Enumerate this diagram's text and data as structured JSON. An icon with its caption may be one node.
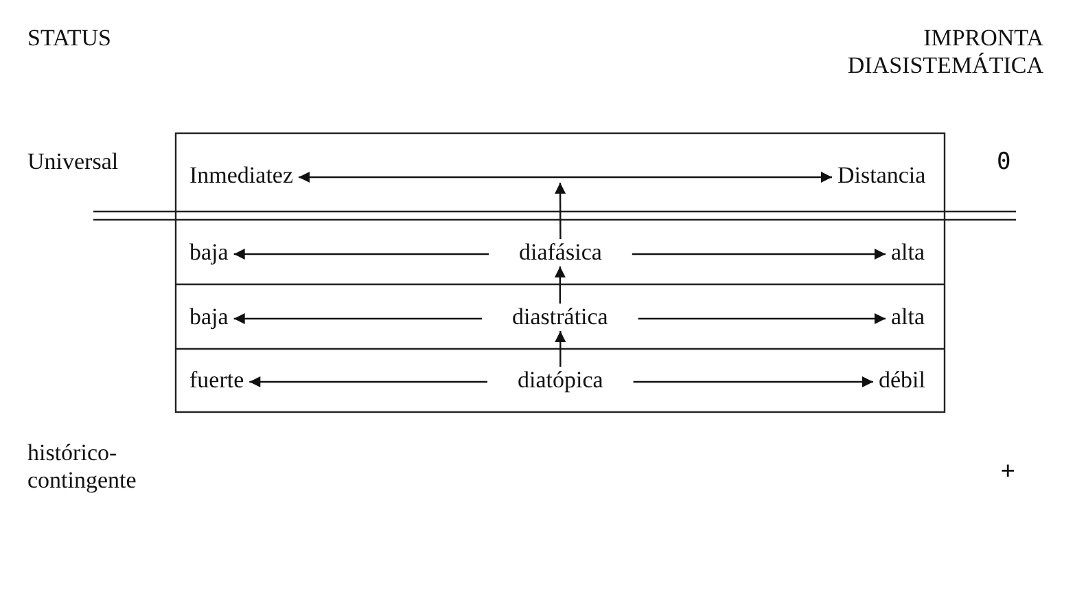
{
  "diagram": {
    "nodes": [
      {
        "text": [
          "Inmediatez"
        ]
      },
      {
        "text": [
          "Distancia"
        ]
      },
      {
        "text": [
          "baja"
        ]
      },
      {
        "text": [
          "diafásica"
        ]
      },
      {
        "text": [
          "alta"
        ]
      },
      {
        "text": [
          "baja"
        ]
      },
      {
        "text": [
          "diastrática"
        ]
      },
      {
        "text": [
          "alta"
        ]
      },
      {
        "text": [
          "fuerte"
        ]
      },
      {
        "text": [
          "diatópica"
        ]
      },
      {
        "text": [
          "débil"
        ]
      }
    ],
    "edges": [
      {
        "from": 0,
        "to": 1,
        "arrow": "both"
      },
      {
        "from": 3,
        "to": null,
        "arrow": "to"
      },
      {
        "from": 3,
        "to": 2,
        "arrow": "to"
      },
      {
        "from": 3,
        "to": 4,
        "arrow": "to"
      },
      {
        "from": 6,
        "to": 3,
        "arrow": "to"
      },
      {
        "from": 6,
        "to": 5,
        "arrow": "to"
      },
      {
        "from": 6,
        "to": 7,
        "arrow": "to"
      },
      {
        "from": 9,
        "to": 6,
        "arrow": "to"
      },
      {
        "from": 9,
        "to": 8,
        "arrow": "to"
      },
      {
        "from": 9,
        "to": 10,
        "arrow": "to"
      }
    ],
    "labels": [
      "STATUS",
      "IMPRONTA DIASISTEMÁTICA",
      "Universal",
      "0",
      "histórico-contingente",
      "+"
    ]
  }
}
